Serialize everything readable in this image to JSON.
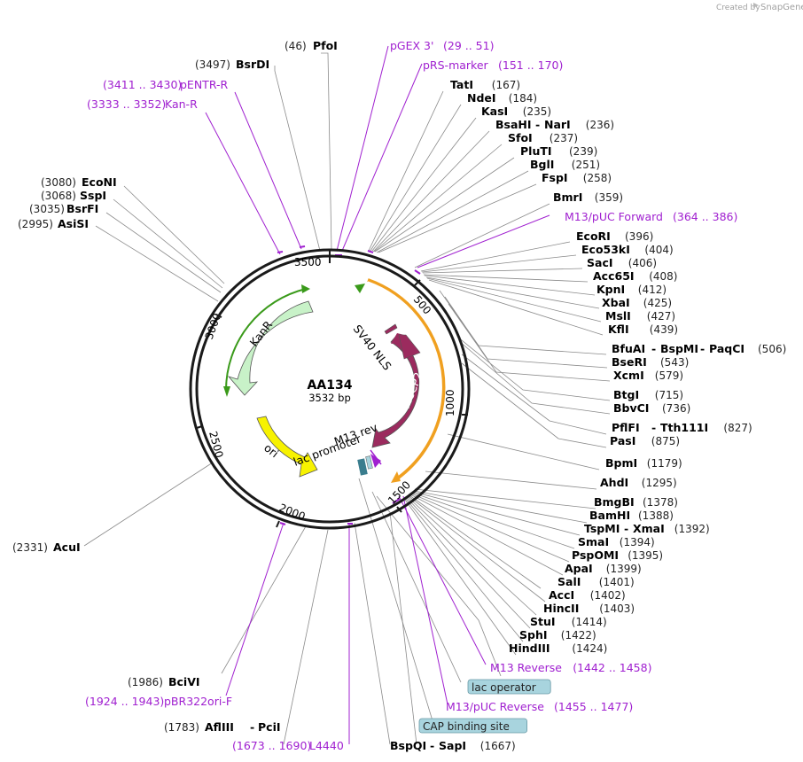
{
  "brand": {
    "created_by": "Created by",
    "app": "SnapGene"
  },
  "plasmid": {
    "name": "AA134",
    "size_label": "3532 bp",
    "length": 3532
  },
  "ticks": [
    "500",
    "1000",
    "1500",
    "2000",
    "2500",
    "3000",
    "3500"
  ],
  "features": [
    {
      "name": "MeCP2"
    },
    {
      "name": "SV40 NLS"
    },
    {
      "name": "KanR"
    },
    {
      "name": "ori"
    },
    {
      "name": "lac promoter"
    },
    {
      "name": "M13 rev"
    }
  ],
  "enzymes_right": [
    {
      "name": "TatI",
      "pos": "(167)"
    },
    {
      "name": "NdeI",
      "pos": "(184)"
    },
    {
      "name": "KasI",
      "pos": "(235)"
    },
    {
      "name": "BsaHI",
      "name2": "NarI",
      "pos": "(236)"
    },
    {
      "name": "SfoI",
      "pos": "(237)"
    },
    {
      "name": "PluTI",
      "pos": "(239)"
    },
    {
      "name": "BglI",
      "pos": "(251)"
    },
    {
      "name": "FspI",
      "pos": "(258)"
    },
    {
      "name": "BmrI",
      "pos": "(359)"
    },
    {
      "primer": "M13/pUC Forward",
      "pos": "(364 .. 386)"
    },
    {
      "name": "EcoRI",
      "pos": "(396)"
    },
    {
      "name": "Eco53kI",
      "pos": "(404)"
    },
    {
      "name": "SacI",
      "pos": "(406)"
    },
    {
      "name": "Acc65I",
      "pos": "(408)"
    },
    {
      "name": "KpnI",
      "pos": "(412)"
    },
    {
      "name": "XbaI",
      "pos": "(425)"
    },
    {
      "name": "MslI",
      "pos": "(427)"
    },
    {
      "name": "KflI",
      "pos": "(439)"
    },
    {
      "name": "BfuAI",
      "name2": "BspMI",
      "name3": "PaqCI",
      "pos": "(506)"
    },
    {
      "name": "BseRI",
      "pos": "(543)"
    },
    {
      "name": "XcmI",
      "pos": "(579)"
    },
    {
      "name": "BtgI",
      "pos": "(715)"
    },
    {
      "name": "BbvCI",
      "pos": "(736)"
    },
    {
      "name": "PflFI",
      "name2": "Tth111I",
      "pos": "(827)"
    },
    {
      "name": "PasI",
      "pos": "(875)"
    },
    {
      "name": "BpmI",
      "pos": "(1179)"
    },
    {
      "name": "AhdI",
      "pos": "(1295)"
    },
    {
      "name": "BmgBI",
      "pos": "(1378)"
    },
    {
      "name": "BamHI",
      "pos": "(1388)"
    },
    {
      "name": "TspMI",
      "name2": "XmaI",
      "pos": "(1392)"
    },
    {
      "name": "SmaI",
      "pos": "(1394)"
    },
    {
      "name": "PspOMI",
      "pos": "(1395)"
    },
    {
      "name": "ApaI",
      "pos": "(1399)"
    },
    {
      "name": "SalI",
      "pos": "(1401)"
    },
    {
      "name": "AccI",
      "pos": "(1402)"
    },
    {
      "name": "HincII",
      "pos": "(1403)"
    },
    {
      "name": "StuI",
      "pos": "(1414)"
    },
    {
      "name": "SphI",
      "pos": "(1422)"
    },
    {
      "name": "HindIII",
      "pos": "(1424)"
    },
    {
      "primer": "M13 Reverse",
      "pos": "(1442 .. 1458)"
    },
    {
      "box": "lac operator"
    },
    {
      "primer": "M13/pUC Reverse",
      "pos": "(1455 .. 1477)"
    },
    {
      "box": "CAP binding site"
    },
    {
      "name": "BspQI",
      "name2": "SapI",
      "pos": "(1667)"
    }
  ],
  "top_labels": [
    {
      "pos": "(46)",
      "name": "PfoI"
    },
    {
      "primer": "pGEX 3'",
      "pos": "(29 .. 51)"
    },
    {
      "pos": "(3497)",
      "name": "BsrDI"
    },
    {
      "primer": "pRS-marker",
      "pos": "(151 .. 170)"
    },
    {
      "pos": "(3411 .. 3430)",
      "primer": "pENTR-R"
    },
    {
      "pos": "(3333 .. 3352)",
      "primer": "Kan-R"
    }
  ],
  "enzymes_left": [
    {
      "pos": "(3080)",
      "name": "EcoNI"
    },
    {
      "pos": "(3068)",
      "name": "SspI"
    },
    {
      "pos": "(3035)",
      "name": "BsrFI"
    },
    {
      "pos": "(2995)",
      "name": "AsiSI"
    },
    {
      "pos": "(2331)",
      "name": "AcuI"
    },
    {
      "pos": "(1986)",
      "name": "BciVI"
    },
    {
      "pos": "(1924 .. 1943)",
      "primer": "pBR322ori-F"
    },
    {
      "pos": "(1783)",
      "name": "AflIII",
      "name2": "PciI"
    },
    {
      "pos": "(1673 .. 1690)",
      "primer": "L4440"
    }
  ],
  "colors": {
    "backbone": "#1a1a1a",
    "mecp2": "#9b2b5e",
    "kanr": "#c8f2c8",
    "ori": "#f7f200",
    "primer": "#a020d0",
    "orange_arc": "#f0a020",
    "green_arc": "#3a9a1a",
    "box": "#a8d4de"
  }
}
